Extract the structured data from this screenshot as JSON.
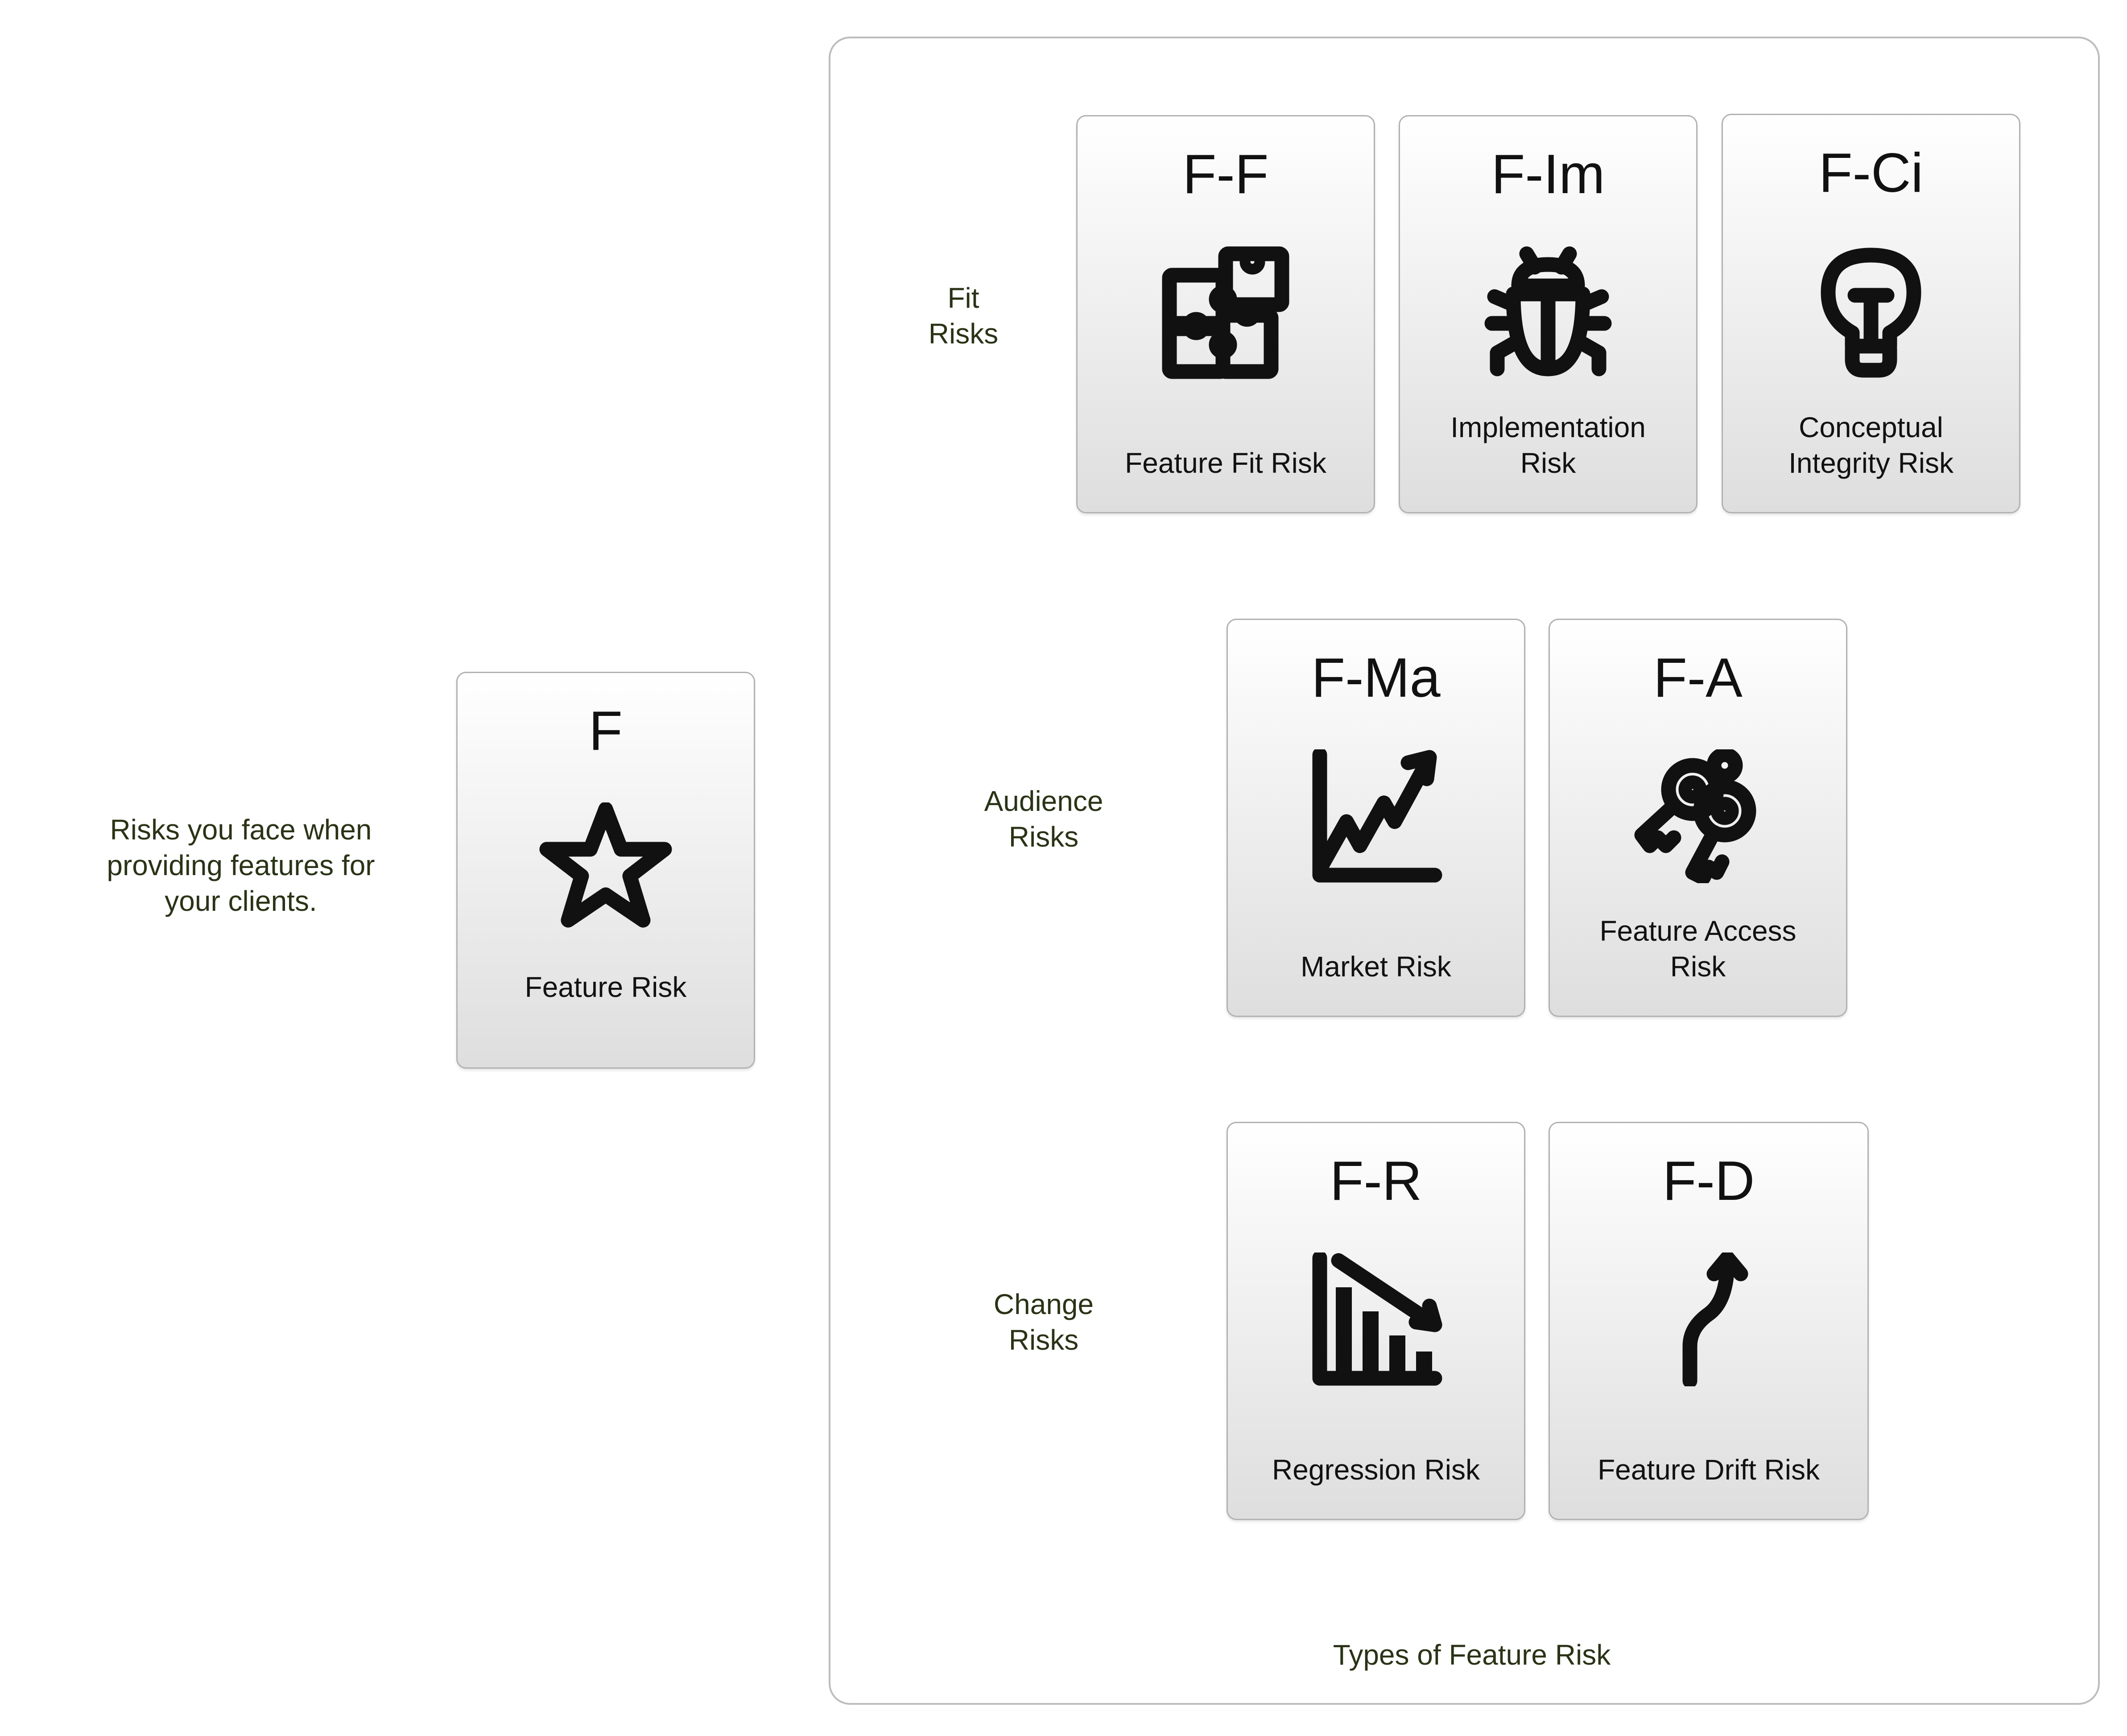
{
  "intro": {
    "text": "Risks you face when\nproviding features for\nyour clients."
  },
  "main_card": {
    "code": "F",
    "label": "Feature Risk",
    "icon": "star-icon"
  },
  "group": {
    "caption": "Types of Feature Risk",
    "rows": [
      {
        "label": "Fit\nRisks",
        "cards": [
          {
            "code": "F-F",
            "label": "Feature Fit Risk",
            "icon": "puzzle-icon"
          },
          {
            "code": "F-Im",
            "label": "Implementation\nRisk",
            "icon": "bug-icon"
          },
          {
            "code": "F-Ci",
            "label": "Conceptual\nIntegrity Risk",
            "icon": "lightbulb-icon"
          }
        ]
      },
      {
        "label": "Audience\nRisks",
        "cards": [
          {
            "code": "F-Ma",
            "label": "Market Risk",
            "icon": "trend-up-chart-icon"
          },
          {
            "code": "F-A",
            "label": "Feature Access\nRisk",
            "icon": "keys-icon"
          }
        ]
      },
      {
        "label": "Change\nRisks",
        "cards": [
          {
            "code": "F-R",
            "label": "Regression Risk",
            "icon": "trend-down-bar-chart-icon"
          },
          {
            "code": "F-D",
            "label": "Feature Drift Risk",
            "icon": "curved-arrow-icon"
          }
        ]
      }
    ]
  }
}
